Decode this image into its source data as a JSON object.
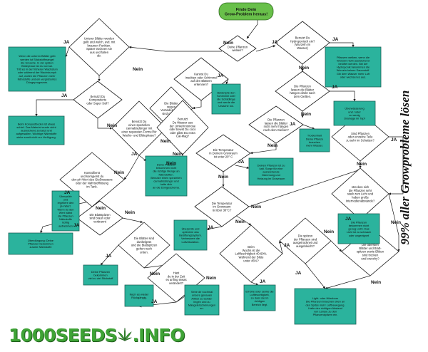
{
  "start": "Finde Dein\nGrow-Problem heraus!",
  "side_title": "99% aller Growprobleme lösen",
  "logo": {
    "left": "1000SEEDS",
    "right": ".INFO"
  },
  "labels": {
    "ja": "JA",
    "nein": "Nein"
  },
  "decisions": {
    "q1": "Unterer Blätter werden\ngelb und welch, evtl. mit\nbraunen Punkten.\nSpäter trocknen sie\naus und fallen\nab.",
    "q_hydro": "Benutzt Du\nHydroponisch ein?\n(Wurzeln im\nWasser)",
    "q_neue": "Deine Pflanzen\nwelken?",
    "q_insekten": "Kannst Du\nInsekten oder Schimmel\nauf den Blättern\nerkennen?",
    "q_haengen": "Die Pflanzen\nlassen die Blätter\nhängen direkt nach\ndem Gießen.",
    "q_kompost": "Benutzt Du\nKompostierte\noder Super Soil?",
    "q_verfaerbung": "Die Blätter\nzeigen\nVeränderungen,\nsind gelblich?",
    "q_cannabis": "Benutzt Du\neinen speziellen\ncannabisdünger mit\neiner separaten Formel für\nWachs- und Blütephase?",
    "q_umkehr": "Benutzt\nDu Wasser aus\nder Umkehrosmose\noder bewst Du coco\noder gibst Du extra\nCal-Mag?",
    "q_nichtmehr": "Die Pflanzen\nlassen die Blätter\nnicht mehr hängen\nnach dem Gießen?",
    "q_temp20": "Die Temperatur\nin Deinem Growraum\nist unter 20° C",
    "q_ph": "Kontrollierst\nund korrigierst du\nden pH-Wert des Gießwassers\noder der Nährstofflösung\nim Tank.",
    "q_spitzen": "Die Blattspitzen\nsind braun oder\nverbrannt",
    "q_temp30": "Die Temperatur\nim Growraum\nist über 30°C?",
    "q_teil": "Sind Pflanzen\noder einzelne Teile\nzu sehr im Schatten?",
    "q_licht": "strecken sich\ndie Pflanzen sehr\nstark zum Licht und\nhaben große\nInternodienabstände?",
    "q_dunkel": "Die Blätter sind\ndunkelgrün\nund die Blattspitzen\ngehen nach\nunten.",
    "q_feucht": "Beim\nWuchs ist die\nLuftfeuchtigkeit 40-60%.\nWährend der Blüte\nunter 45%?",
    "q_spitzen2": "Die spitzen\nder Pflanzen sind\nausgetrocknet und\nausgebleicht?",
    "q_oberste": "Die obersten\nBlätter und Blatt-\nspitzen sowie Blüten\nsind trocken\nund crunchy?",
    "q_anfang": "Hast\ndu in der Zeit\nes anfing etwas\nverändert?"
  },
  "results": {
    "r_stickstoff": "Wenn die unteren Blätter gelb\nwerden ist Stickstoffmangel\ndie Ursache. In der späten\nBlütephase ist es normal.\nTritt es in der früheren Wachstum\noder während der Wachstumph\nauf, wollen die Pflanzen mehr\nNährstoffe und ein vergrößertes\nDüngeprogramm.",
    "r_sauerstoff": "Pflanzen welken, wenn die\nWurzeln nicht ausreichend\nbelüftet werden. Bei der\nHydroponik bekommen die\nWurzeln keinen Sauerstoff.\nGib dem Wasser mehr Luft\noder wechsel es aus.",
    "r_ueber": "Überwässerung\nund / oder\nzu wenig\nDrainage im Topf",
    "r_insekten": "Bekämpfe den\nSchimmel oder\ndie Schädlinge\nund werde die\nUrsache los.",
    "r_kompost": "Beim Kompostboden ist etwas\nschief. Das Material wurde nicht\nausreichend zersetzt und\naufgewallen. Wichtige Nährstoffe\nstehe somit nicht zur Verfügung.",
    "r_trocken": "Trockenheit\nDeine Pflanze\nbrauchen\nmehr Wasser.",
    "r_naehr": "Deine Pflanzen\nbekommen nicht\ndie richtige Menge an\nNährstoffen.\nBenutze einen speziellen\ncannabisdünger und\nhalte dich\nan die Düngeschema.",
    "r_kalt": "Deinen Pflanzen ist zu\nkalt. Sorge für eine\nausreichende\nDämmung und\nHeizung im Growraum",
    "r_ph": "Überprüfe\nund\nregeliere den\npH-Wert.\nWenn du den\nWert hältst\ndie Pflanzen\nNährstoffe\nrichtig\naufnehmen",
    "r_duenger": "Überdüngung: Deine\nPflanzen bekommen\nzuviele Nährstoffe",
    "r_heiss": "Überprüfe und\noptimiere das\nBelüftungssystem.\nVerbessere die\nLuftzirkulation.",
    "r_schatten": "Die Pflanzen\nbekommen nicht\ngenug Licht. Das\nLicht ist zu schwach\noder ungeeignet",
    "r_stickzuviel": "Deine Pflanzen\nbekommen\nviel zu viel Stickstoff",
    "r_feucht": "Erhöhe oder senke die\nLuftfeuchtigkeit,\nso dass sie im\nrichtigen\nBereich liegt.",
    "r_wachstum": "Nach es wieder\nRückgängig.",
    "r_unklar": "Sehe dir nochmal\nunsere genauen\nArtikel zu Schäd-\nlingen und zu\nMangelerscheinungen\nan.",
    "r_lichtstress": "Light- oder Hitzeburn\nDie Pflanzen brauchen oben an\nden Spitze mehr Luftbewegung.\nHalte den richtigen Abstand\nvon Lampe zu den\nPflanzenspitzen ein."
  },
  "colors": {
    "result_fill": "#2bb39d",
    "result_stroke": "#1b5f56",
    "start_fill": "#69c04a",
    "line": "#1a1a1a"
  }
}
